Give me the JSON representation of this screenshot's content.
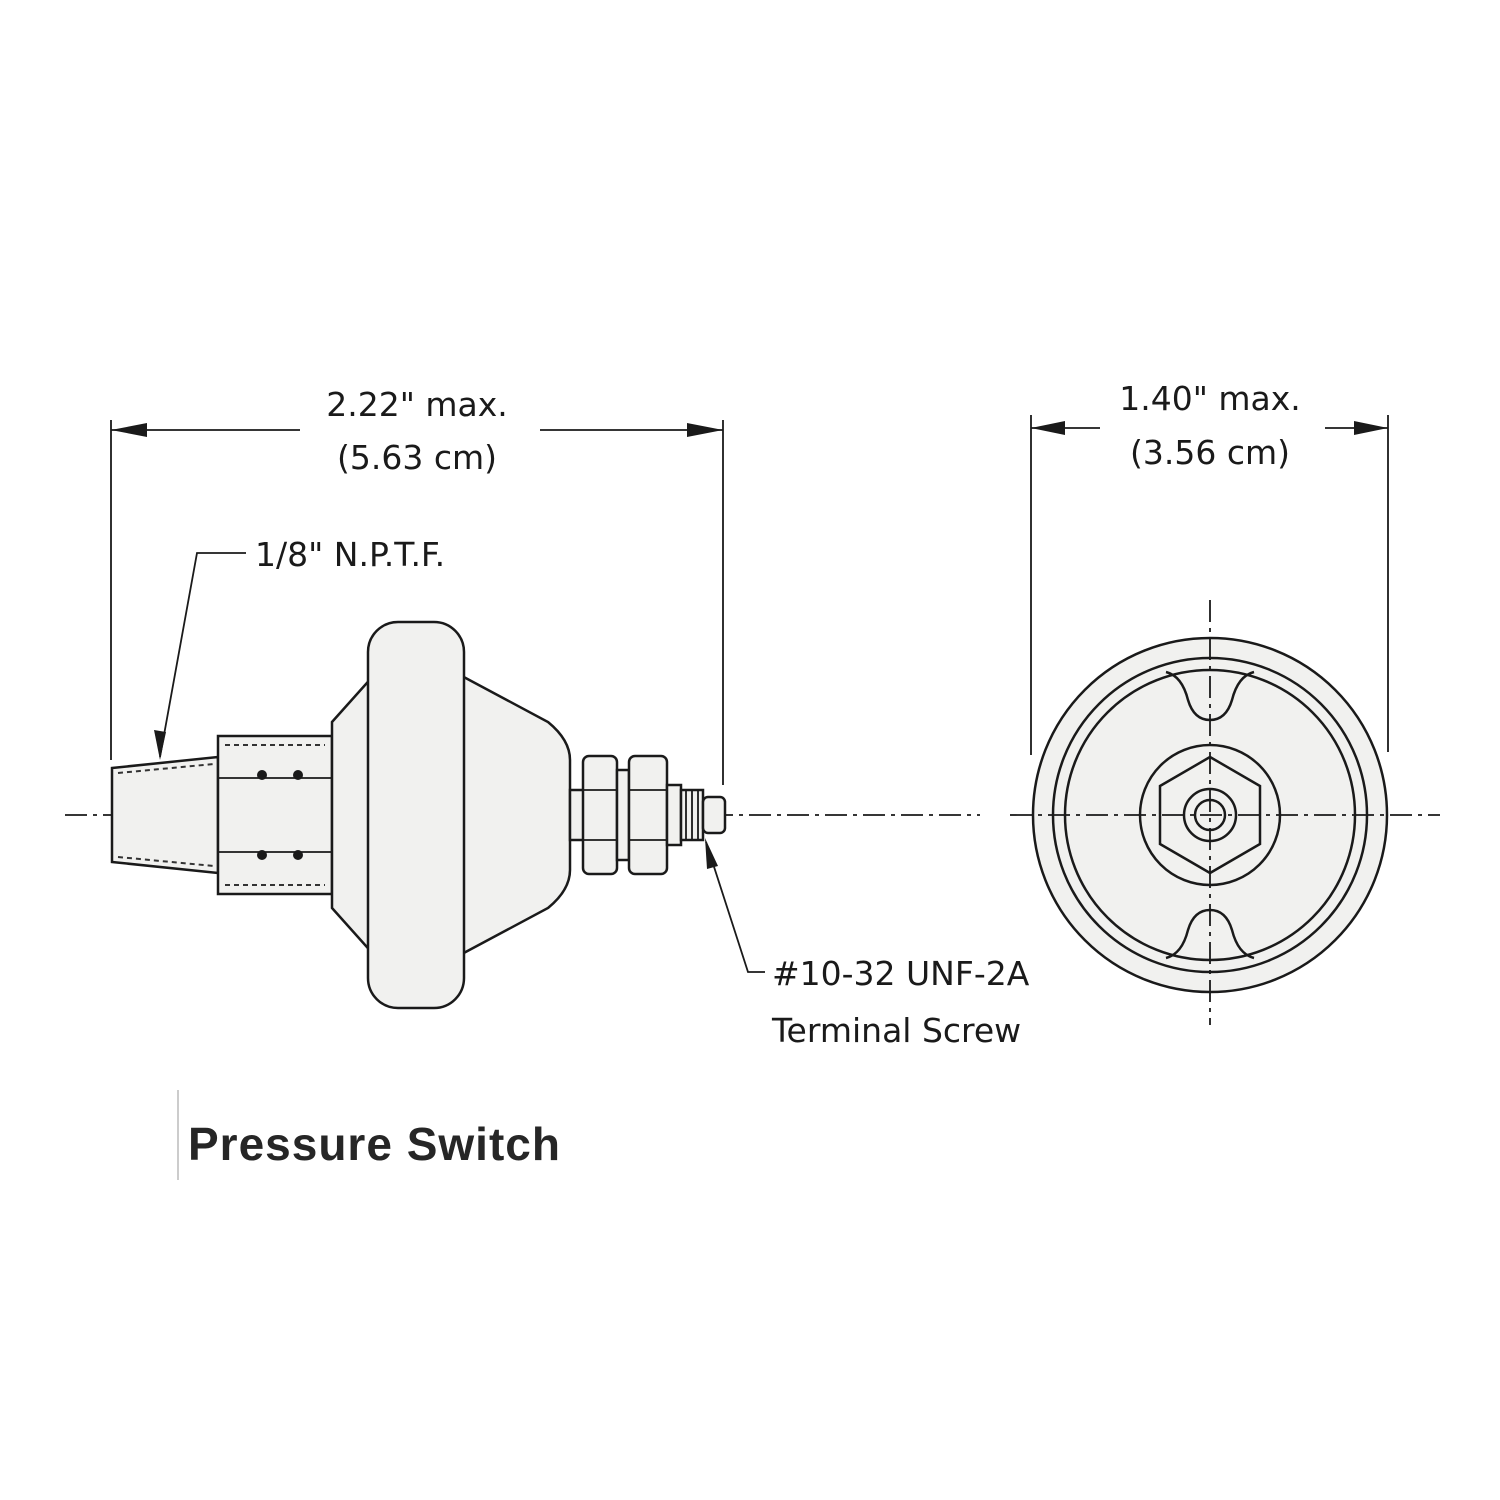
{
  "side_view": {
    "length_dimension": "2.22\" max.",
    "length_dimension_metric": "(5.63 cm)",
    "thread_label": "1/8\" N.P.T.F.",
    "terminal_label_line1": "#10-32 UNF-2A",
    "terminal_label_line2": "Terminal Screw"
  },
  "end_view": {
    "diameter_dimension": "1.40\" max.",
    "diameter_dimension_metric": "(3.56 cm)"
  },
  "caption": "Pressure Switch"
}
